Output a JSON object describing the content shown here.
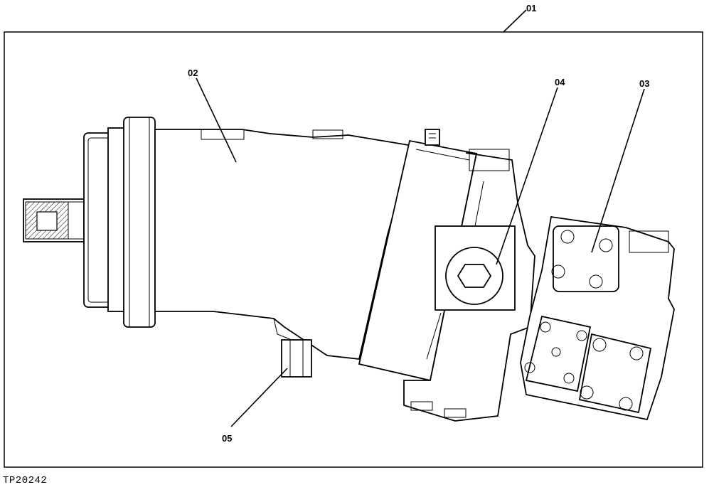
{
  "diagram": {
    "figure_id": "TP20242",
    "callouts": {
      "c01": "01",
      "c02": "02",
      "c03": "03",
      "c04": "04",
      "c05": "05"
    }
  }
}
